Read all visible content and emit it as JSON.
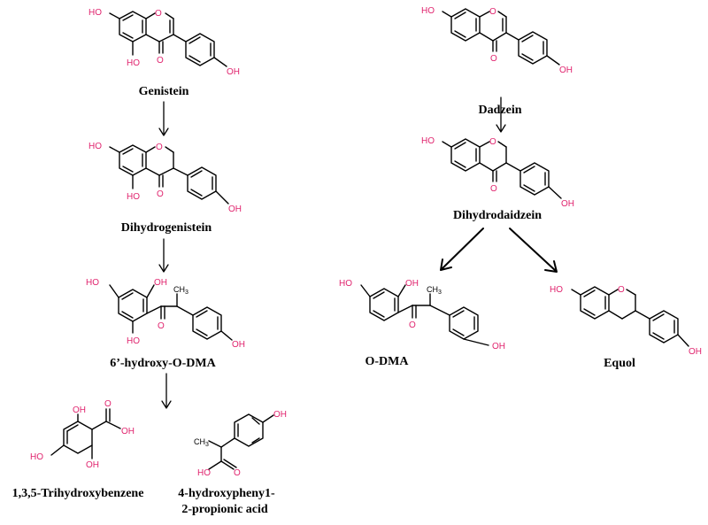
{
  "compounds": {
    "genistein": "Genistein",
    "dihydrogenistein": "Dihydrogenistein",
    "hydroxy_odma": "6’-hydroxy-O-DMA",
    "trihydroxybenzene": "1,3,5-Trihydroxybenzene",
    "propionic_line1": "4-hydroxypheny1-",
    "propionic_line2": "2-propionic acid",
    "dadzein": "Dadzein",
    "dihydrodaidzein": "Dihydrodaidzein",
    "odma": "O-DMA",
    "equol": "Equol"
  },
  "atoms": {
    "hydroxyl": "OH",
    "hydroxyl_left": "HO",
    "oxygen": "O",
    "methyl": "CH",
    "methyl_sub": "3"
  },
  "colors": {
    "heteroatom": "#e0246e",
    "bond": "#000000"
  }
}
